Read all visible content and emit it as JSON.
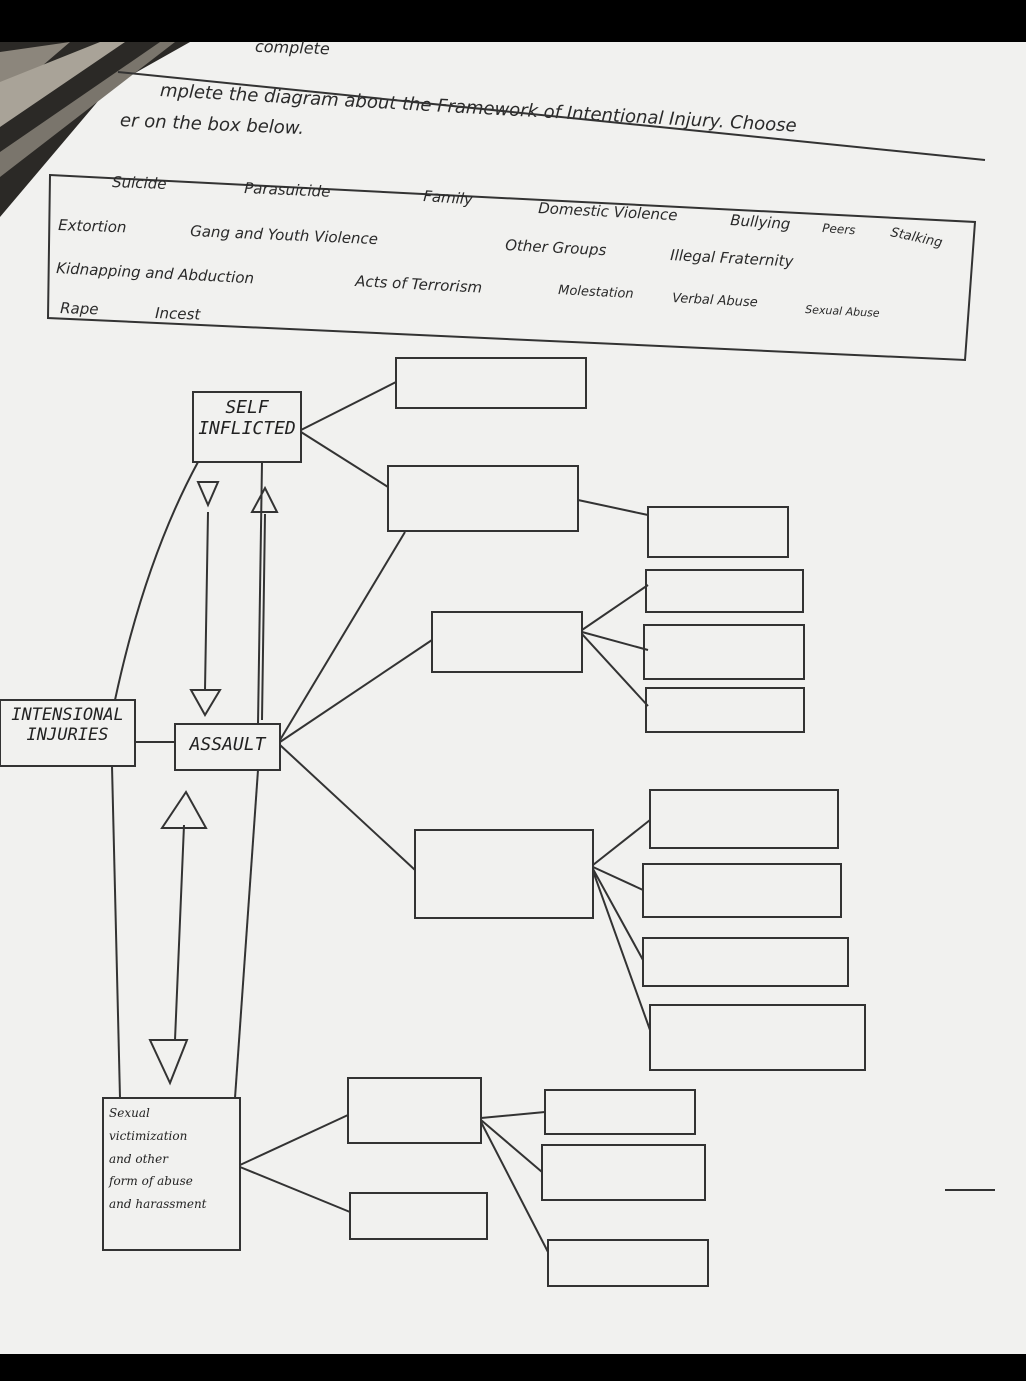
{
  "worksheet": {
    "title_fragment": "complete",
    "instruction_line1": "mplete the diagram about the Framework of Intentional Injury. Choose",
    "instruction_line2": "er on the box below."
  },
  "choices": [
    "Suicide",
    "Parasuicide",
    "Family",
    "Domestic Violence",
    "Bullying",
    "Peers",
    "Stalking",
    "Extortion",
    "Gang and Youth Violence",
    "Other Groups",
    "Illegal Fraternity",
    "Kidnapping and Abduction",
    "Acts of Terrorism",
    "Molestation",
    "Verbal Abuse",
    "Sexual Abuse",
    "Rape",
    "Incest"
  ],
  "nodes": {
    "root": {
      "line1": "INTENSIONAL",
      "line2": "INJURIES"
    },
    "self": {
      "line1": "SELF",
      "line2": "INFLICTED"
    },
    "assault": {
      "label": "ASSAULT"
    },
    "sexual": {
      "line1": "Sexual",
      "line2": "victimization",
      "line3": "and other",
      "line4": "form of abuse",
      "line5": "and harassment"
    }
  },
  "colors": {
    "paper": "#f1f1ef",
    "ink": "#2a2a2a",
    "background": "#000000"
  }
}
